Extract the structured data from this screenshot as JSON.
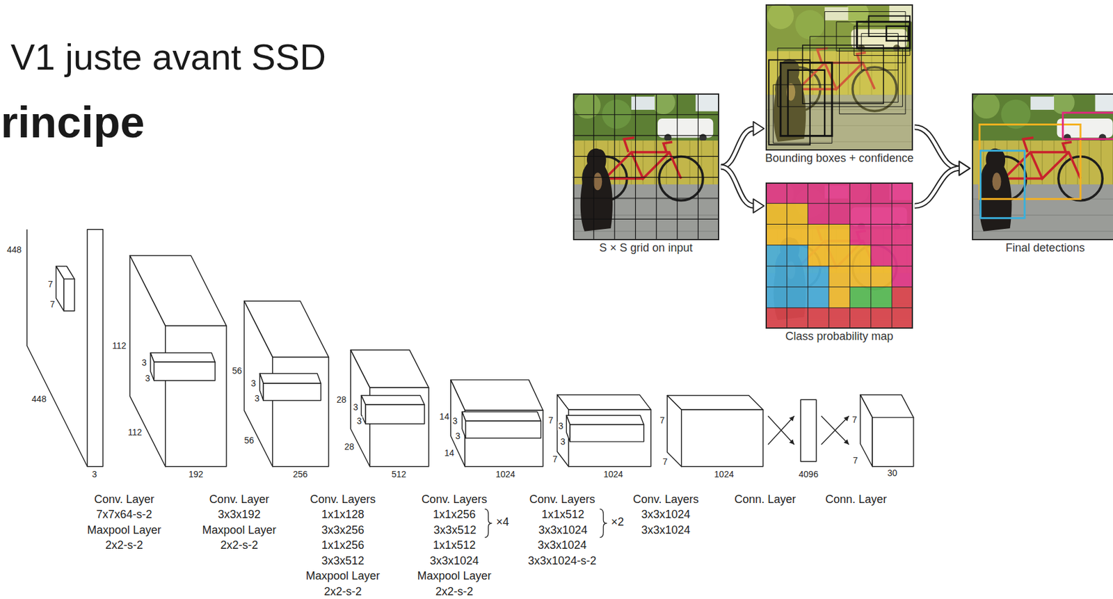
{
  "diagram": {
    "title": "V1 juste avant SSD",
    "nodes": [
      {
        "text": [
          "S × S grid on input"
        ]
      },
      {
        "text": [
          "Bounding boxes + confidence"
        ]
      },
      {
        "text": [
          "Class probability map"
        ]
      },
      {
        "text": [
          "Final detections"
        ]
      }
    ],
    "edges": [
      {
        "from": 0,
        "to": 1,
        "arrow": "to"
      },
      {
        "from": 0,
        "to": 2,
        "arrow": "to"
      },
      {
        "from": 1,
        "to": 3,
        "arrow": "to"
      },
      {
        "from": 2,
        "to": 3,
        "arrow": "to"
      }
    ],
    "labels": [
      "rincipe",
      "448",
      "7",
      "7",
      "448",
      "3",
      "112",
      "3",
      "3",
      "112",
      "192",
      "56",
      "3",
      "3",
      "56",
      "256",
      "28",
      "3",
      "3",
      "28",
      "512",
      "14",
      "3",
      "3",
      "14",
      "1024",
      "7",
      "3",
      "3",
      "7",
      "1024",
      "7",
      "7",
      "1024",
      "4096",
      "7",
      "7",
      "30",
      "Conv. Layer",
      "7x7x64-s-2",
      "Maxpool Layer",
      "2x2-s-2",
      "Conv. Layer",
      "3x3x192",
      "Maxpool Layer",
      "2x2-s-2",
      "Conv. Layers",
      "1x1x128",
      "3x3x256",
      "1x1x256",
      "3x3x512",
      "Maxpool Layer",
      "2x2-s-2",
      "Conv. Layers",
      "1x1x256",
      "3x3x512",
      "×4",
      "1x1x512",
      "3x3x1024",
      "Maxpool Layer",
      "2x2-s-2",
      "Conv. Layers",
      "1x1x512",
      "3x3x1024",
      "×2",
      "3x3x1024",
      "3x3x1024-s-2",
      "Conv. Layers",
      "3x3x1024",
      "3x3x1024",
      "Conn. Layer",
      "Conn. Layer"
    ]
  }
}
